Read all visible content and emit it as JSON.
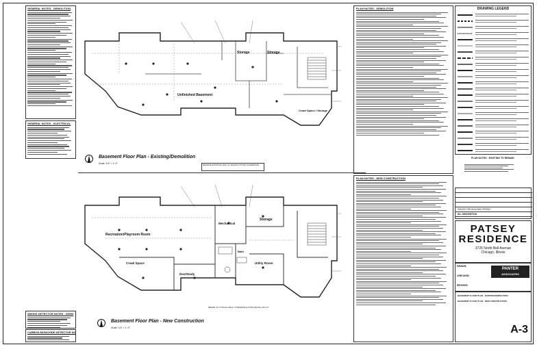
{
  "notes": {
    "general_demo_title": "GENERAL NOTES - DEMOLITION",
    "general_elec_title": "GENERAL NOTES - ELECTRICAL",
    "smoke_title": "SMOKE DETECTOR NOTES - 55000",
    "co_title": "CARBON MONOXIDE DETECTOR NOTES"
  },
  "plans": {
    "demo": {
      "title": "Basement Floor Plan - Existing/Demolition",
      "scale": "Scale: 1/4\" = 1'-0\"",
      "rooms": [
        "Storage",
        "Storage",
        "Unfinished Basement",
        "Crawl Space / Storage"
      ],
      "remark": "REMOVE EXISTING WALLS UNLESS NOTED OTHERWISE"
    },
    "new": {
      "title": "Basement Floor Plan - New Construction",
      "scale": "Scale: 1/4\" = 1'-0\"",
      "rooms": [
        "Recreation/Playroom Room",
        "Mechanical",
        "Storage",
        "Crawl Space",
        "Den/Study",
        "Utility Room",
        "Bath"
      ],
      "remark": "REFER TO TYPICAL WALL TYPES/INSULATION DETAIL ON A-5"
    }
  },
  "plan_notes": {
    "demo_title": "PLAN NOTES - DEMOLITION",
    "new_title": "PLAN NOTES - NEW CONSTRUCTION",
    "existing_title": "PLAN NOTES - EXISTING TO REMAIN"
  },
  "legend": {
    "title": "DRAWING LEGEND"
  },
  "revisions": {
    "row1": "ISSUED FOR BUILDING PERMIT",
    "row2": "NO. DESCRIPTION"
  },
  "project": {
    "name": "PATSEY",
    "name2": "RESIDENCE",
    "address1": "3725 North Bell Avenue",
    "address2": "Chicago, Illinois"
  },
  "firm": {
    "name": "PANTER",
    "name2": "ASSOCIATES"
  },
  "labels": {
    "drawn": "DRAWN:",
    "checked": "CHECKED:",
    "revised": "REVISED:"
  },
  "sheet": {
    "number": "A-3",
    "title1": "BASEMENT FLOOR PLAN - EXISTING/DEMOLITION",
    "title2": "BASEMENT FLOOR PLAN - NEW CONSTRUCTION"
  },
  "colors": {
    "line": "#222222",
    "hatch": "#555555"
  }
}
